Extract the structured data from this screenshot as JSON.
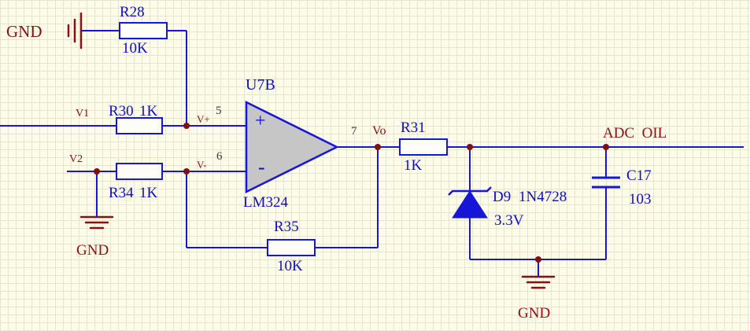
{
  "colors": {
    "wire": "#1616d8",
    "symbol": "#1616d8",
    "text-blue": "#0d0dc4",
    "net": "#8a1010",
    "junction": "#801010",
    "opamp-fill": "#c6c6c6",
    "bg": "#fdfceb",
    "grid": "#e8e5cf",
    "pin": "#3a3a3a"
  },
  "components": {
    "r28": {
      "designator": "R28",
      "value": "10K"
    },
    "r30": {
      "designator": "R30",
      "value": "1K"
    },
    "r31": {
      "designator": "R31",
      "value": "1K"
    },
    "r34": {
      "designator": "R34",
      "value": "1K"
    },
    "r35": {
      "designator": "R35",
      "value": "10K"
    },
    "u7b": {
      "designator": "U7B",
      "part": "LM324",
      "plus_sign": "+",
      "minus_sign": "-",
      "pin_noninv": "5",
      "pin_inv": "6",
      "pin_out": "7"
    },
    "d9": {
      "designator": "D9",
      "part": "1N4728",
      "value": "3.3V"
    },
    "c17": {
      "designator": "C17",
      "value": "103"
    }
  },
  "nets": {
    "gnd_top": "GND",
    "gnd_mid": "GND",
    "gnd_bot": "GND",
    "v1": "V1",
    "v2": "V2",
    "v_plus": "V+",
    "v_minus": "V-",
    "vo": "Vo",
    "adc_oil": "ADC  OIL"
  }
}
